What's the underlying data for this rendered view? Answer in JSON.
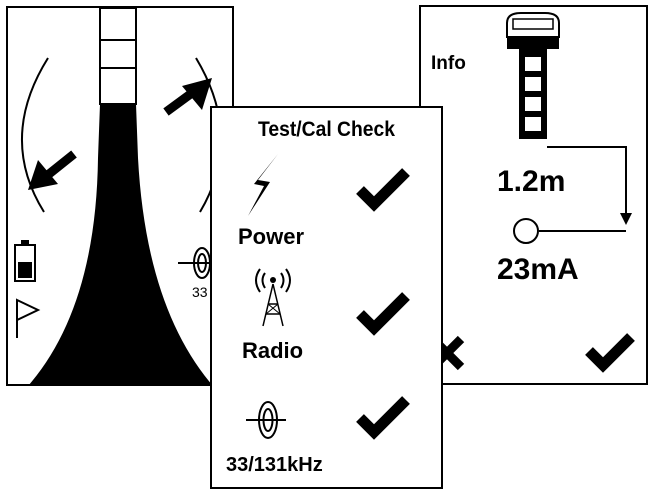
{
  "left_screen": {
    "freq_partial": "33"
  },
  "center_screen": {
    "title": "Test/Cal Check",
    "checks": [
      {
        "label": "Power",
        "icon": "lightning-icon",
        "status": "check-icon"
      },
      {
        "label": "Radio",
        "icon": "radio-tower-icon",
        "status": "check-icon"
      },
      {
        "label": "33/131kHz",
        "icon": "frequency-target-icon",
        "status": "check-icon"
      }
    ]
  },
  "right_screen": {
    "info_label": "Info",
    "depth": "1.2m",
    "current": "23mA",
    "reject_icon": "cross-icon",
    "accept_icon": "check-icon"
  },
  "colors": {
    "foreground": "#000000",
    "background": "#ffffff"
  }
}
